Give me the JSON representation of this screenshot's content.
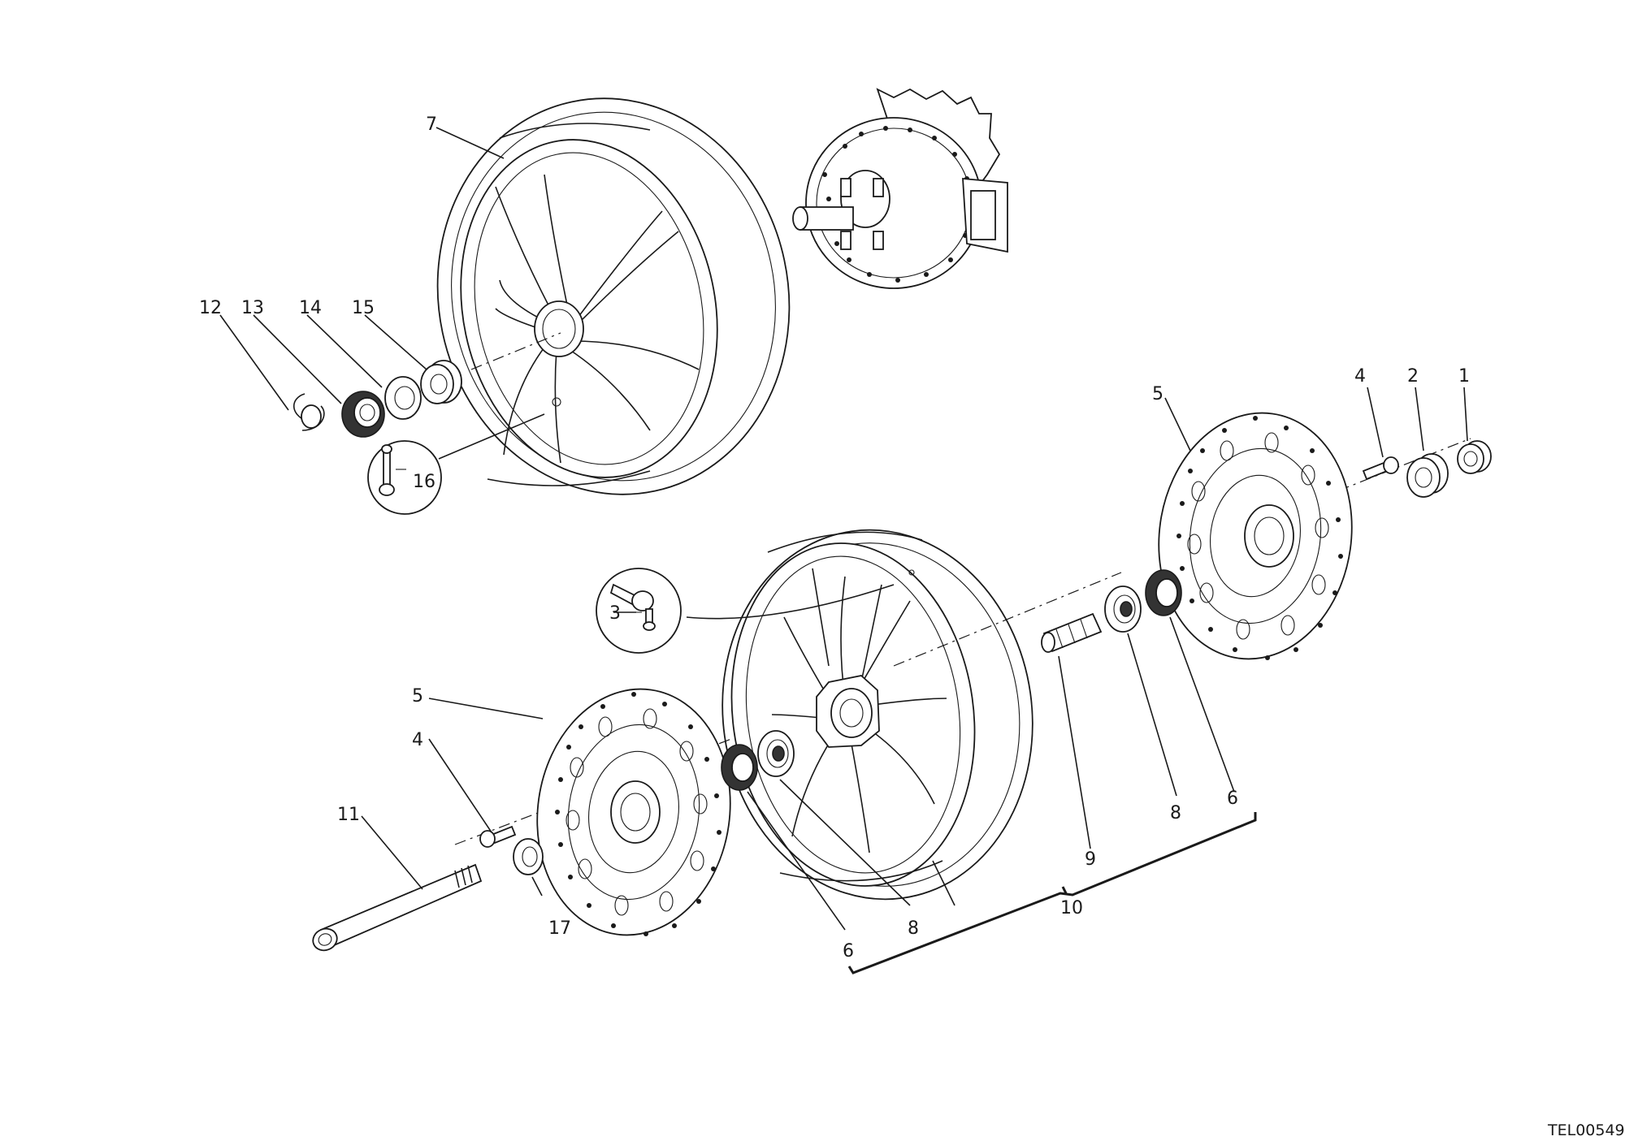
{
  "callouts": {
    "c1": "1",
    "c2": "2",
    "c3": "3",
    "c4_top": "4",
    "c4_bottom": "4",
    "c5_right": "5",
    "c5_left": "5",
    "c6_left": "6",
    "c6_right": "6",
    "c7": "7",
    "c8_left": "8",
    "c8_right": "8",
    "c9": "9",
    "c10": "10",
    "c11": "11",
    "c12": "12",
    "c13": "13",
    "c14": "14",
    "c15": "15",
    "c16": "16",
    "c17": "17"
  },
  "drawing_code": "TEL00549"
}
